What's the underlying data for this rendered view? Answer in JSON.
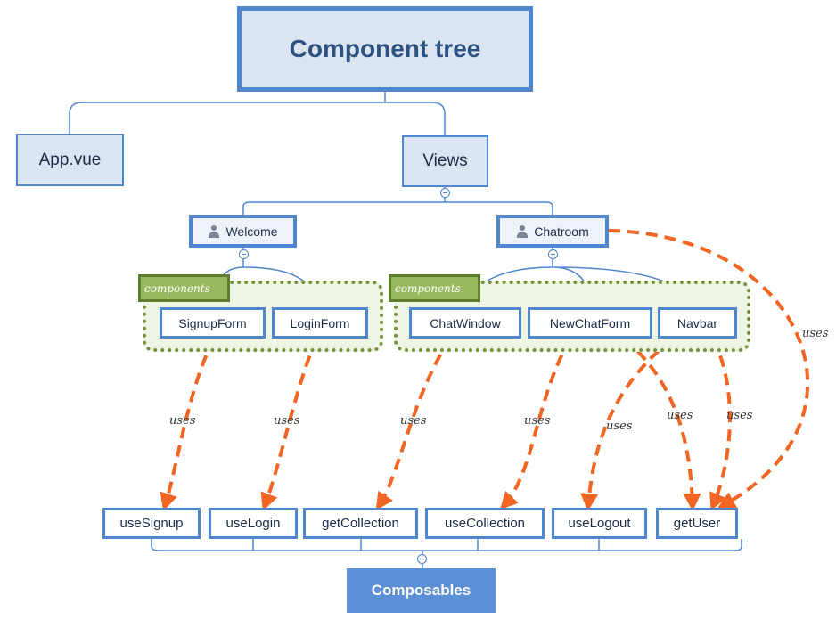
{
  "diagram": {
    "title": "Component tree",
    "children": [
      {
        "id": "app",
        "label": "App.vue"
      },
      {
        "id": "views",
        "label": "Views"
      }
    ],
    "views": [
      {
        "id": "welcome",
        "label": "Welcome",
        "icon": "person-icon",
        "group_label": "components",
        "components": [
          "SignupForm",
          "LoginForm"
        ]
      },
      {
        "id": "chatroom",
        "label": "Chatroom",
        "icon": "person-icon",
        "group_label": "components",
        "components": [
          "ChatWindow",
          "NewChatForm",
          "Navbar"
        ]
      }
    ],
    "composables": {
      "label": "Composables",
      "items": [
        "useSignup",
        "useLogin",
        "getCollection",
        "useCollection",
        "useLogout",
        "getUser"
      ]
    },
    "edge_label": "uses",
    "relations": [
      {
        "from": "SignupForm",
        "to": "useSignup",
        "label": "uses"
      },
      {
        "from": "LoginForm",
        "to": "useLogin",
        "label": "uses"
      },
      {
        "from": "ChatWindow",
        "to": "getCollection",
        "label": "uses"
      },
      {
        "from": "NewChatForm",
        "to": "useCollection",
        "label": "uses"
      },
      {
        "from": "NewChatForm",
        "to": "getUser",
        "label": "uses"
      },
      {
        "from": "Navbar",
        "to": "useLogout",
        "label": "uses"
      },
      {
        "from": "Navbar",
        "to": "getUser",
        "label": "uses"
      },
      {
        "from": "Chatroom",
        "to": "getUser",
        "label": "uses"
      }
    ],
    "colors": {
      "node_border": "#4f86cf",
      "title_fill": "#dbe4f1",
      "group_fill": "#eef5e4",
      "group_border": "#76923c",
      "tag_fill": "#98b95e",
      "relation_arrow": "#f26522",
      "composables_fill": "#5b8fd6"
    }
  }
}
